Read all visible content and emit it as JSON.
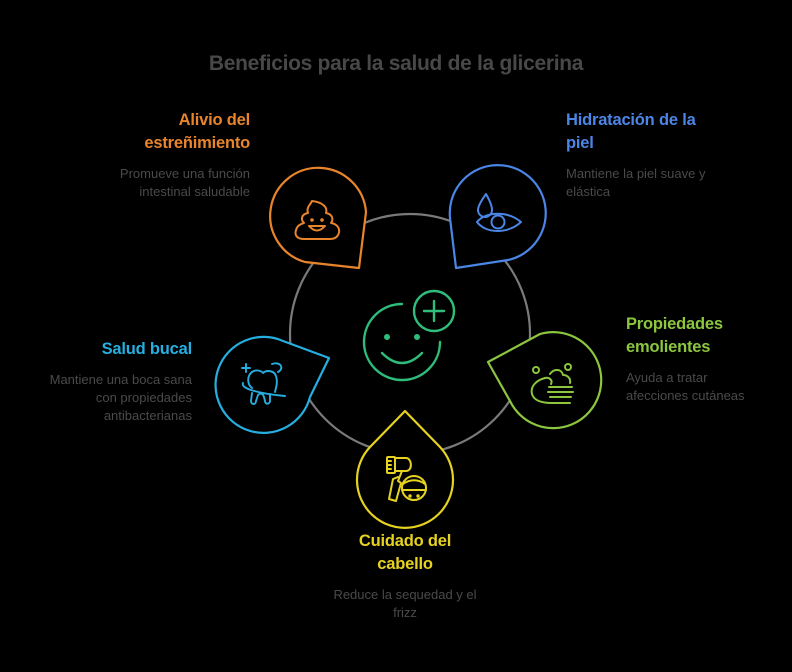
{
  "title": "Beneficios para la salud de la glicerina",
  "colors": {
    "ring": "#7a7a7a",
    "center": "#2ebd7a",
    "orange": "#e8852c",
    "blue": "#4b86e6",
    "green": "#8cc63f",
    "cyan": "#27aee0",
    "yellow": "#e6d220",
    "description": "#4a4a4a",
    "title": "#484848"
  },
  "center": {
    "icon": "smiley-plus-icon"
  },
  "benefits": [
    {
      "id": "estrenimiento",
      "title_line1": "Alivio del",
      "title_line2": "estreñimiento",
      "desc_line1": "Promueve una función",
      "desc_line2": "intestinal saludable",
      "icon": "poop-emoji-icon",
      "color": "#e8852c"
    },
    {
      "id": "hidratacion",
      "title_line1": "Hidratación de la",
      "title_line2": "piel",
      "desc_line1": "Mantiene la piel suave y",
      "desc_line2": "elástica",
      "icon": "eye-drop-icon",
      "color": "#4b86e6"
    },
    {
      "id": "emolientes",
      "title_line1": "Propiedades",
      "title_line2": "emolientes",
      "desc_line1": "Ayuda a tratar",
      "desc_line2": "afecciones cutáneas",
      "icon": "hand-washing-icon",
      "color": "#8cc63f"
    },
    {
      "id": "cabello",
      "title_line1": "Cuidado del",
      "title_line2": "cabello",
      "desc_line1": "Reduce la sequedad y el",
      "desc_line2": "frizz",
      "icon": "hair-dryer-icon",
      "color": "#e6d220"
    },
    {
      "id": "bucal",
      "title_line1": "Salud bucal",
      "desc_line1": "Mantiene una boca sana",
      "desc_line2": "con propiedades",
      "desc_line3": "antibacterianas",
      "icon": "tooth-icon",
      "color": "#27aee0"
    }
  ]
}
